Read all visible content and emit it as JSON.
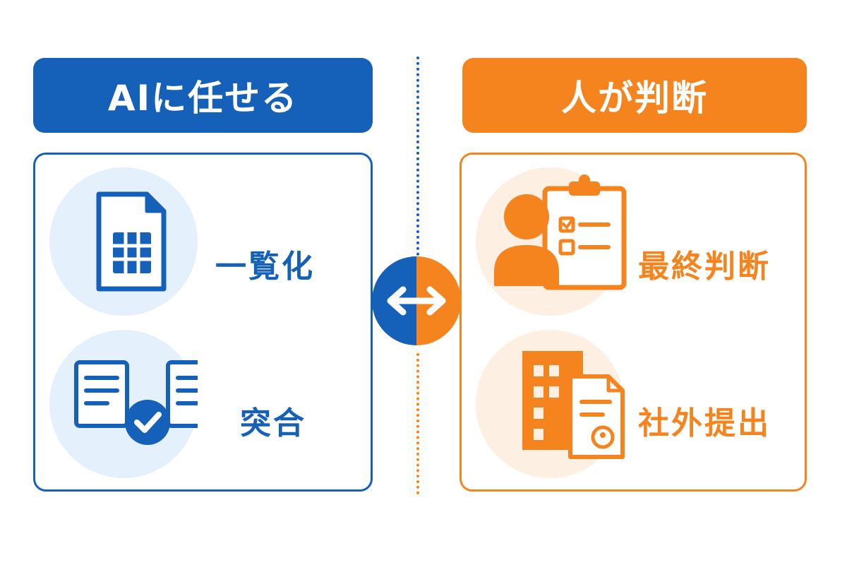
{
  "left": {
    "title": "AIに任せる",
    "items": [
      {
        "label": "一覧化",
        "icon": "spreadsheet-document-icon"
      },
      {
        "label": "突合",
        "icon": "document-match-check-icon"
      }
    ]
  },
  "right": {
    "title": "人が判断",
    "items": [
      {
        "label": "最終判断",
        "icon": "person-clipboard-icon"
      },
      {
        "label": "社外提出",
        "icon": "building-document-icon"
      }
    ]
  },
  "connector": {
    "icon": "bidirectional-arrow-icon"
  },
  "colors": {
    "blue": "#1560b8",
    "orange": "#f5841f",
    "light_blue": "#e4f0fc",
    "light_orange": "#fdf0e2"
  }
}
